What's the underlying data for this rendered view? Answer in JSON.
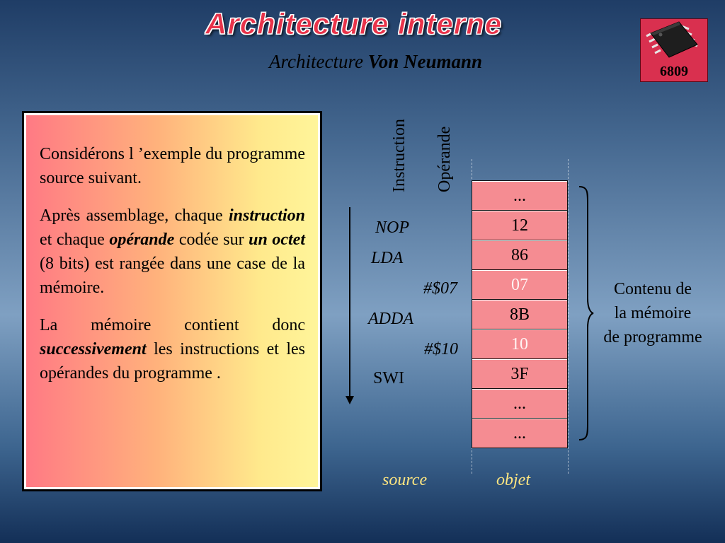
{
  "slide": {
    "title": "Architecture interne",
    "subtitle_prefix": "Architecture",
    "subtitle_bold": "Von Neumann",
    "chip_label": "6809"
  },
  "textbox": {
    "para1": "Considérons l ’exemple du programme source suivant.",
    "para2": {
      "t1": "Après assemblage, chaque",
      "t2": "instruction",
      "t3": "et chaque",
      "t4": "opérande",
      "t5": "codée sur",
      "t6": "un octet",
      "t7": "(8 bits) est rangée dans une case de la mémoire."
    },
    "para3": {
      "t1": "La mémoire contient donc",
      "t2": "successivement",
      "t3": "les instructions et les opérandes du programme ."
    }
  },
  "headers": {
    "instruction": "Instruction",
    "operande": "Opérande"
  },
  "source_rows": [
    {
      "text": "NOP",
      "kind": "instruction",
      "italic": true
    },
    {
      "text": "LDA",
      "kind": "instruction",
      "italic": true
    },
    {
      "text": "#$07",
      "kind": "operand",
      "italic": true
    },
    {
      "text": "ADDA",
      "kind": "instruction",
      "italic": true
    },
    {
      "text": "#$10",
      "kind": "operand",
      "italic": true
    },
    {
      "text": "SWI",
      "kind": "instruction",
      "italic": false
    }
  ],
  "memory_cells": [
    {
      "value": "...",
      "kind": "none"
    },
    {
      "value": "12",
      "kind": "instruction"
    },
    {
      "value": "86",
      "kind": "instruction"
    },
    {
      "value": "07",
      "kind": "operand"
    },
    {
      "value": "8B",
      "kind": "instruction"
    },
    {
      "value": "10",
      "kind": "operand"
    },
    {
      "value": "3F",
      "kind": "instruction"
    },
    {
      "value": "...",
      "kind": "none"
    },
    {
      "value": "...",
      "kind": "none"
    }
  ],
  "memory_description": {
    "line1": "Contenu de",
    "line2": "la mémoire",
    "line3": "de programme"
  },
  "axis_labels": {
    "source": "source",
    "objet": "objet"
  },
  "colors": {
    "title": "#e8334a",
    "memory_cell": "#f58c92",
    "operand_text": "#fff4f4",
    "axis_label": "#ffe680"
  }
}
